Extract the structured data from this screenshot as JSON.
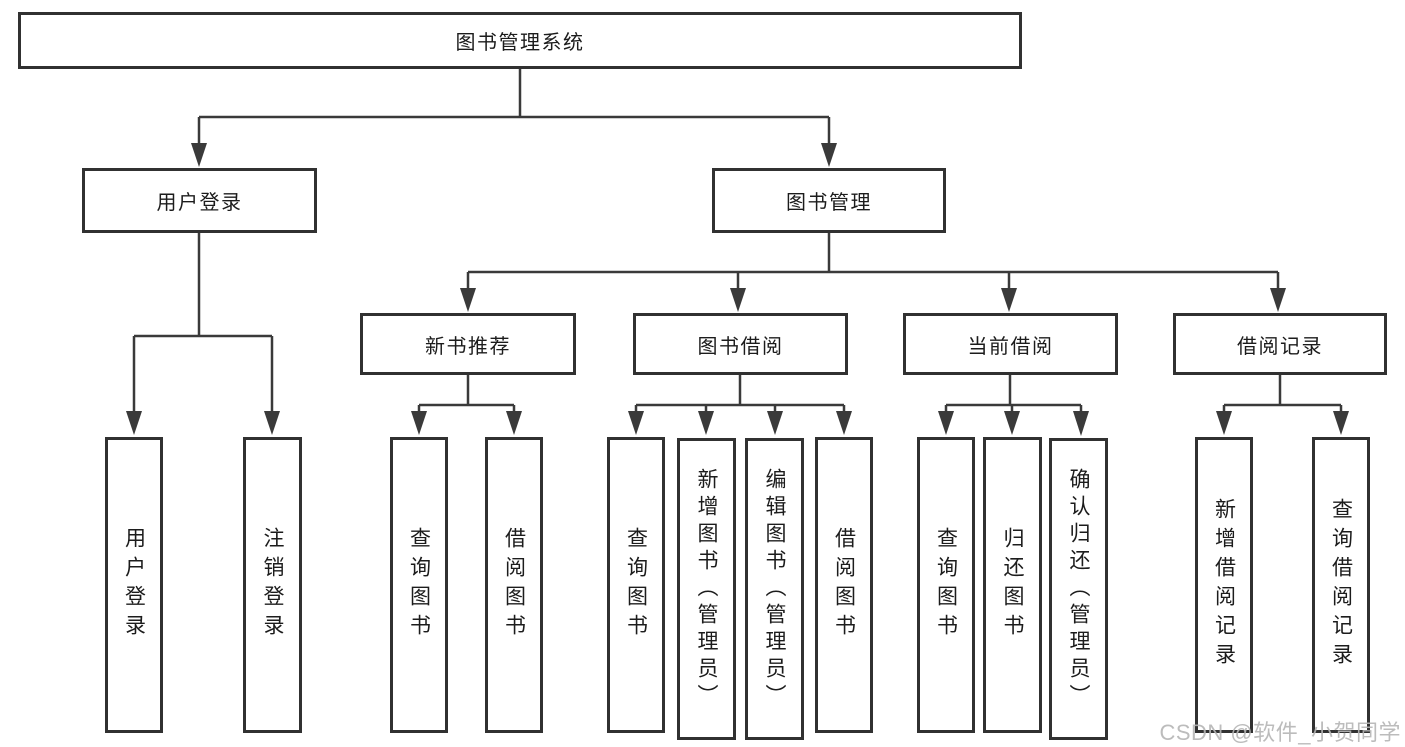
{
  "nodes": {
    "root": {
      "label": "图书管理系统"
    },
    "user_login": {
      "label": "用户登录"
    },
    "book_mgmt": {
      "label": "图书管理"
    },
    "new_book_rec": {
      "label": "新书推荐"
    },
    "book_borrow": {
      "label": "图书借阅"
    },
    "current_borrow": {
      "label": "当前借阅"
    },
    "borrow_records": {
      "label": "借阅记录"
    },
    "leaf_user_login": {
      "label": "用户登录"
    },
    "leaf_logout": {
      "label": "注销登录"
    },
    "leaf_query_books_rec": {
      "label": "查询图书"
    },
    "leaf_borrow_books_rec": {
      "label": "借阅图书"
    },
    "leaf_query_books_borrow": {
      "label": "查询图书"
    },
    "leaf_add_book_admin": {
      "label": "新增图书（管理员）"
    },
    "leaf_edit_book_admin": {
      "label": "编辑图书（管理员）"
    },
    "leaf_borrow_books_borrow": {
      "label": "借阅图书"
    },
    "leaf_query_books_current": {
      "label": "查询图书"
    },
    "leaf_return_book": {
      "label": "归还图书"
    },
    "leaf_confirm_return_admin": {
      "label": "确认归还（管理员）"
    },
    "leaf_add_borrow_record": {
      "label": "新增借阅记录"
    },
    "leaf_query_borrow_record": {
      "label": "查询借阅记录"
    }
  },
  "watermark": {
    "text": "CSDN @软件_小贺同学"
  },
  "colors": {
    "line": "#3a3a3a",
    "border": "#313131",
    "text": "#1c1c1c",
    "watermark": "#b5b5b5"
  }
}
